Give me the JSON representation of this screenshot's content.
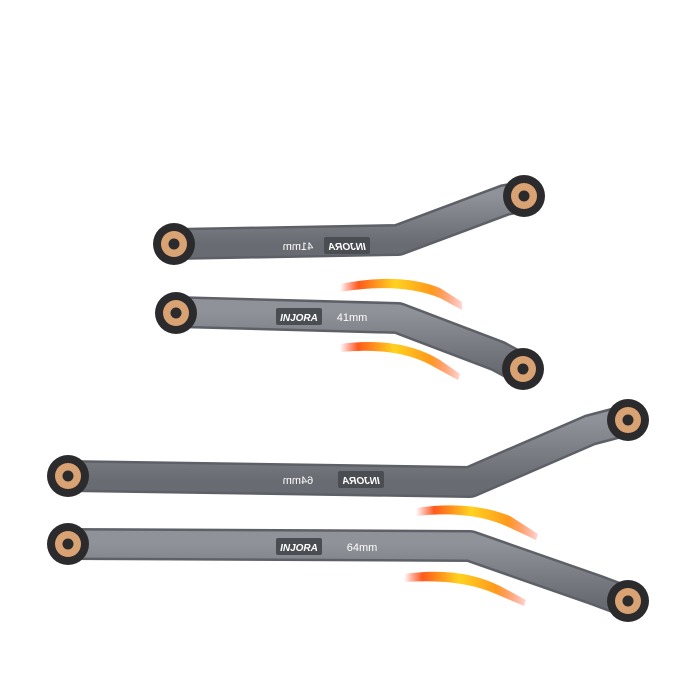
{
  "product": {
    "brand": "INJORA",
    "links": [
      {
        "id": "short-upper",
        "size_label": "41mm",
        "mirrored": true
      },
      {
        "id": "short-lower",
        "size_label": "41mm",
        "mirrored": false
      },
      {
        "id": "long-upper",
        "size_label": "64mm",
        "mirrored": true
      },
      {
        "id": "long-lower",
        "size_label": "64mm",
        "mirrored": false
      }
    ]
  },
  "colors": {
    "background": "#ffffff",
    "link_body": "#7b7e84",
    "link_edge": "#5d6066",
    "bushing": "#d9a273",
    "ring": "#2b2b2d",
    "badge": "#4a4d52",
    "badge_text": "#ffffff",
    "motion_streak": [
      "#ffd21f",
      "#ff8a1c",
      "#ff3b1c"
    ]
  }
}
